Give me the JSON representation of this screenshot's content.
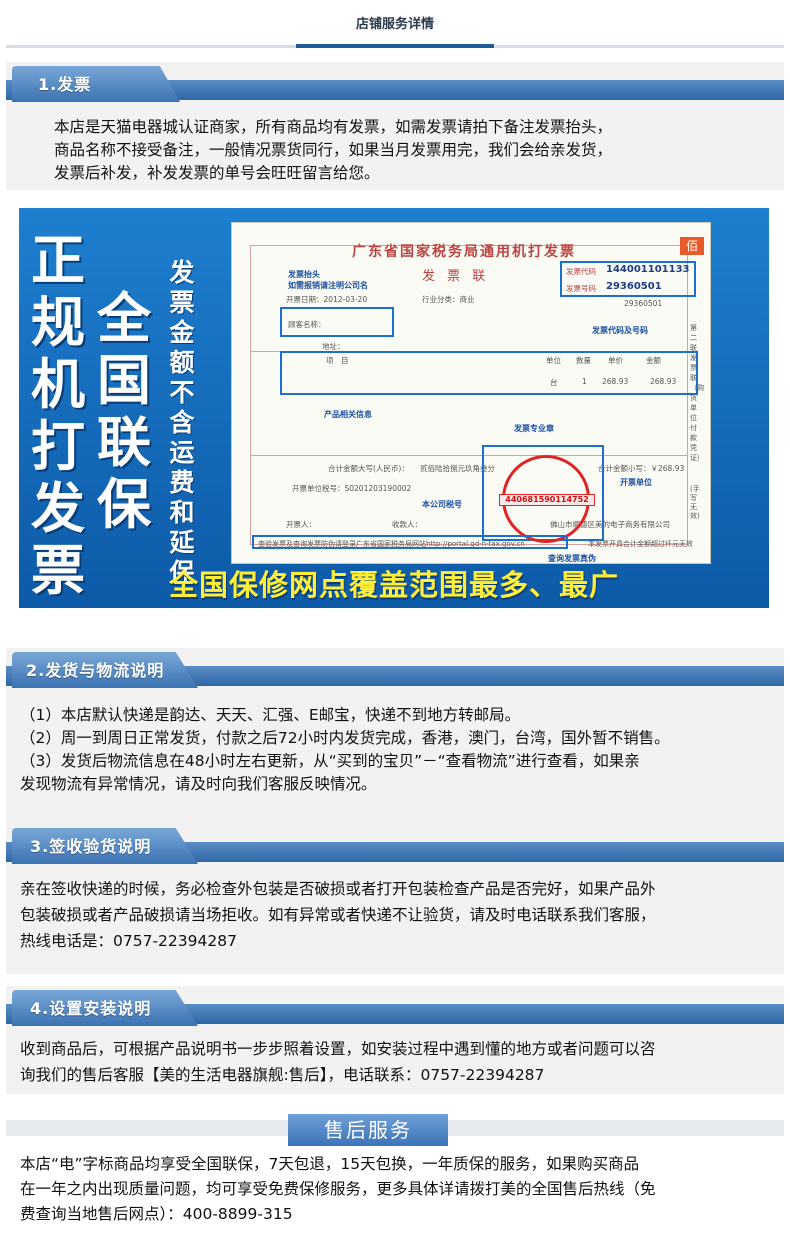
{
  "header": {
    "title": "店铺服务详情"
  },
  "colors": {
    "brand_blue": "#2f67a6",
    "banner_blue": "#1e7fcf",
    "slogan_yellow": "#ffef3a",
    "seal_red": "#e02424"
  },
  "section1": {
    "heading": "1.发票",
    "lines": [
      "本店是天猫电器城认证商家，所有商品均有发票，如需发票请拍下备注发票抬头，",
      "商品名称不接受备注，一般情况票货同行，如果当月发票用完，我们会给亲发货，",
      "发票后补发，补发发票的单号会旺旺留言给您。"
    ]
  },
  "banner": {
    "col_left": [
      "正",
      "规",
      "机",
      "打",
      "发",
      "票"
    ],
    "col_mid": [
      "全",
      "国",
      "联",
      "保"
    ],
    "col_small": [
      "发",
      "票",
      "金",
      "额",
      "不",
      "含",
      "运",
      "费",
      "和",
      "延",
      "保"
    ],
    "slogan": "全国保修网点覆盖范围最多、最广",
    "invoice": {
      "title": "广东省国家税务局通用机打发票",
      "subtitle": "发 票 联",
      "corner_mark": "佰",
      "code_label": "发票代码",
      "code_value": "144001101133",
      "number_label": "发票号码",
      "number_value": "29360501",
      "number_small": "29360501",
      "label_header": "发票抬头",
      "label_header_note": "如需报销请注明公司名",
      "date_text": "开票日期：2012-03-20",
      "industry_text": "行业分类：商业",
      "payer_text": "顾客名称：",
      "address_text": "地址：",
      "label_code_no": "发票代码及号码",
      "col_item": "项　目",
      "col_unit": "单位",
      "col_qty": "数量",
      "col_price": "单价",
      "col_amount": "金额",
      "row_unit": "台",
      "row_qty": "1",
      "row_price": "268.93",
      "row_amount": "268.93",
      "label_product": "产品相关信息",
      "label_seal": "发票专业章",
      "total_text": "合计金额大写(人民币)：",
      "total_words": "贰佰陆拾捌元玖角叁分",
      "total_small": "合计金额小写：￥268.93",
      "tax_id": "开票单位税号：S0201203190002",
      "label_taxno": "本公司税号",
      "seal_number": "440681590114752",
      "issuer_text": "开票人：",
      "payee_text": "收款人：",
      "label_unit": "开票单位",
      "unit_name": "佛山市顺德区美的电子商务有限公司",
      "query_text": "查验发票及查询发票防伪请登录广东省国家税务局网站http://portal.gd-n-tax.gov.cn",
      "label_verify": "查询发票真伪",
      "invalid_text": "本发票开具合计金额超过仟元无效",
      "side_text": "第二联 发票联（购货单位付款凭证）",
      "handwrite_note": "(手写无效)"
    }
  },
  "section2": {
    "heading": "2.发货与物流说明",
    "lines": [
      "（1）本店默认快递是韵达、天天、汇强、E邮宝，快递不到地方转邮局。",
      "（2）周一到周日正常发货，付款之后72小时内发货完成，香港，澳门，台湾，国外暂不销售。",
      "（3）发货后物流信息在48小时左右更新，从“买到的宝贝”－“查看物流”进行查看，如果亲",
      "发现物流有异常情况，请及时向我们客服反映情况。"
    ]
  },
  "section3": {
    "heading": "3.签收验货说明",
    "lines": [
      "亲在签收快递的时候，务必检查外包装是否破损或者打开包装检查产品是否完好，如果产品外",
      "包装破损或者产品破损请当场拒收。如有异常或者快递不让验货，请及时电话联系我们客服，",
      "热线电话是：0757-22394287"
    ]
  },
  "section4": {
    "heading": "4.设置安装说明",
    "lines": [
      "收到商品后，可根据产品说明书一步步照着设置，如安装过程中遇到懂的地方或者问题可以咨",
      "询我们的售后客服【美的生活电器旗舰:售后】，电话联系：0757-22394287"
    ]
  },
  "after_sales": {
    "heading": "售后服务",
    "lines": [
      "本店“电”字标商品均享受全国联保，7天包退，15天包换，一年质保的服务，如果购买商品",
      "在一年之内出现质量问题，均可享受免费保修服务，更多具体详请拨打美的全国售后热线（免",
      "费查询当地售后网点）：400-8899-315"
    ]
  }
}
